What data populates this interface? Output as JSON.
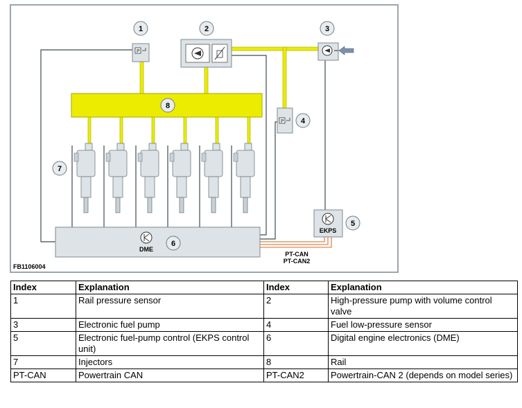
{
  "figure_id": "FB1106004",
  "callouts": {
    "c1": "1",
    "c2": "2",
    "c3": "3",
    "c4": "4",
    "c5": "5",
    "c6": "6",
    "c7": "7",
    "c8": "8"
  },
  "labels": {
    "dme": "DME",
    "ekps": "EKPS",
    "pt_can": "PT-CAN",
    "pt_can2": "PT-CAN2"
  },
  "colors": {
    "fuel_line": "#ecec00",
    "fuel_outline": "#a6a600",
    "bus_line": "#e69b6a",
    "component_fill": "#dde3e6",
    "frame": "#9aa6ac"
  },
  "table": {
    "headers": [
      "Index",
      "Explanation",
      "Index",
      "Explanation"
    ],
    "rows": [
      [
        "1",
        "Rail pressure sensor",
        "2",
        "High-pressure pump with volume control valve"
      ],
      [
        "3",
        "Electronic fuel pump",
        "4",
        "Fuel low-pressure sensor"
      ],
      [
        "5",
        "Electronic fuel-pump control (EKPS control unit)",
        "6",
        "Digital engine electronics (DME)"
      ],
      [
        "7",
        "Injectors",
        "8",
        "Rail"
      ],
      [
        "PT-CAN",
        "Powertrain CAN",
        "PT-CAN2",
        "Powertrain-CAN 2 (depends on model series)"
      ]
    ]
  }
}
